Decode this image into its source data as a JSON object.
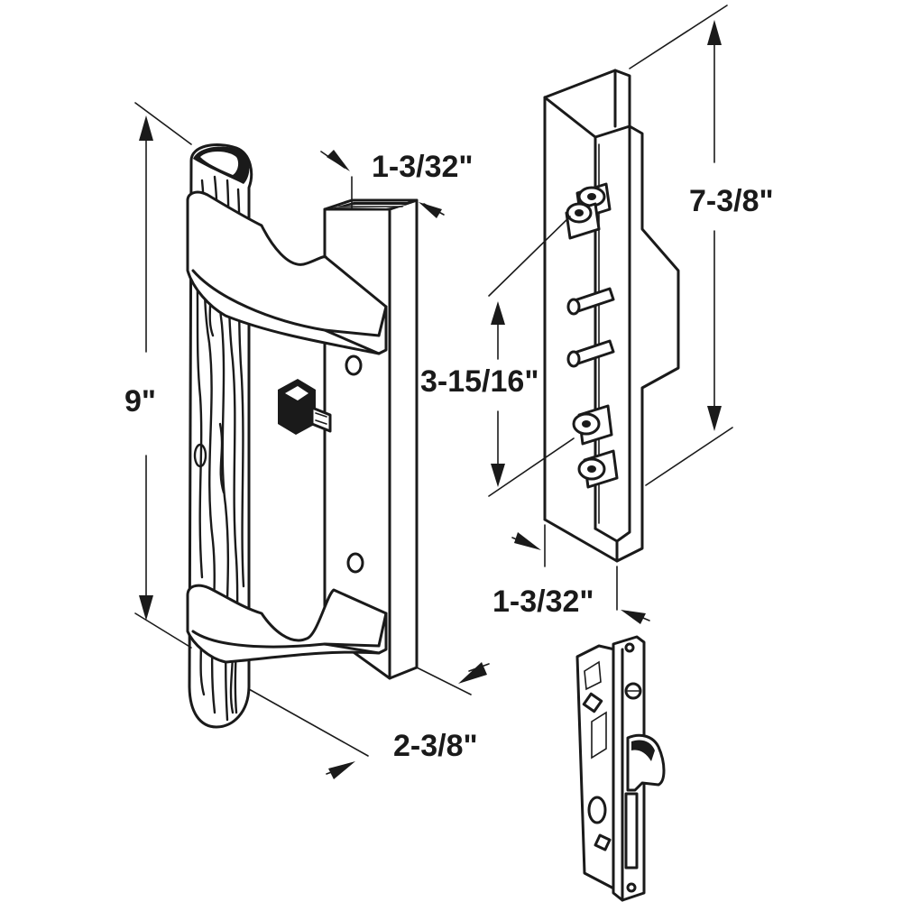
{
  "dimensions": {
    "handle_height": "9\"",
    "handle_width": "1-3/32\"",
    "handle_depth": "2-3/8\"",
    "mortise_hole_spacing": "3-15/16\"",
    "mortise_height": "7-3/8\"",
    "mortise_width": "1-3/32\""
  },
  "colors": {
    "ink": "#1a1a1a",
    "background": "#ffffff"
  }
}
